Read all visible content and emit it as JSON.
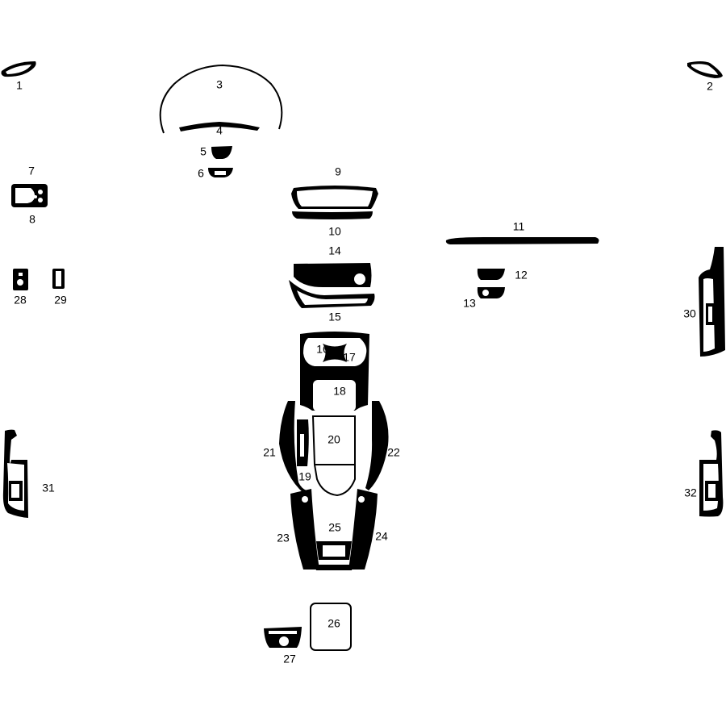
{
  "colors": {
    "piece": "#000000",
    "background": "#ffffff"
  },
  "labels": [
    "1",
    "2",
    "3",
    "4",
    "5",
    "6",
    "7",
    "8",
    "9",
    "10",
    "11",
    "12",
    "13",
    "14",
    "15",
    "16",
    "17",
    "18",
    "19",
    "20",
    "21",
    "22",
    "23",
    "24",
    "25",
    "26",
    "27",
    "28",
    "29",
    "30",
    "31",
    "32"
  ]
}
